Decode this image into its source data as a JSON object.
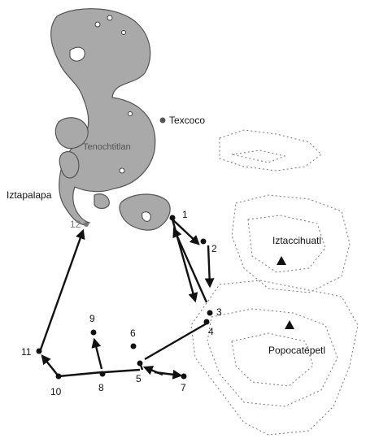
{
  "lake_labels": {
    "tenochtitlan": "Tenochtitlan"
  },
  "cities": [
    {
      "key": "texcoco",
      "label": "Texcoco"
    },
    {
      "key": "iztapalapa",
      "label": "Iztapalapa"
    }
  ],
  "volcanoes": [
    {
      "key": "iztaccihuatl",
      "label": "Iztaccihuatl"
    },
    {
      "key": "popocatepetl",
      "label": "Popocatépetl"
    }
  ],
  "route_points": [
    {
      "label": "1"
    },
    {
      "label": "2"
    },
    {
      "label": "3"
    },
    {
      "label": "4"
    },
    {
      "label": "5"
    },
    {
      "label": "6"
    },
    {
      "label": "7"
    },
    {
      "label": "8"
    },
    {
      "label": "9"
    },
    {
      "label": "10"
    },
    {
      "label": "11"
    },
    {
      "label": "12"
    }
  ],
  "colors": {
    "lake": "#a9a9a9",
    "route": "#111111",
    "mountains": "#777777"
  }
}
